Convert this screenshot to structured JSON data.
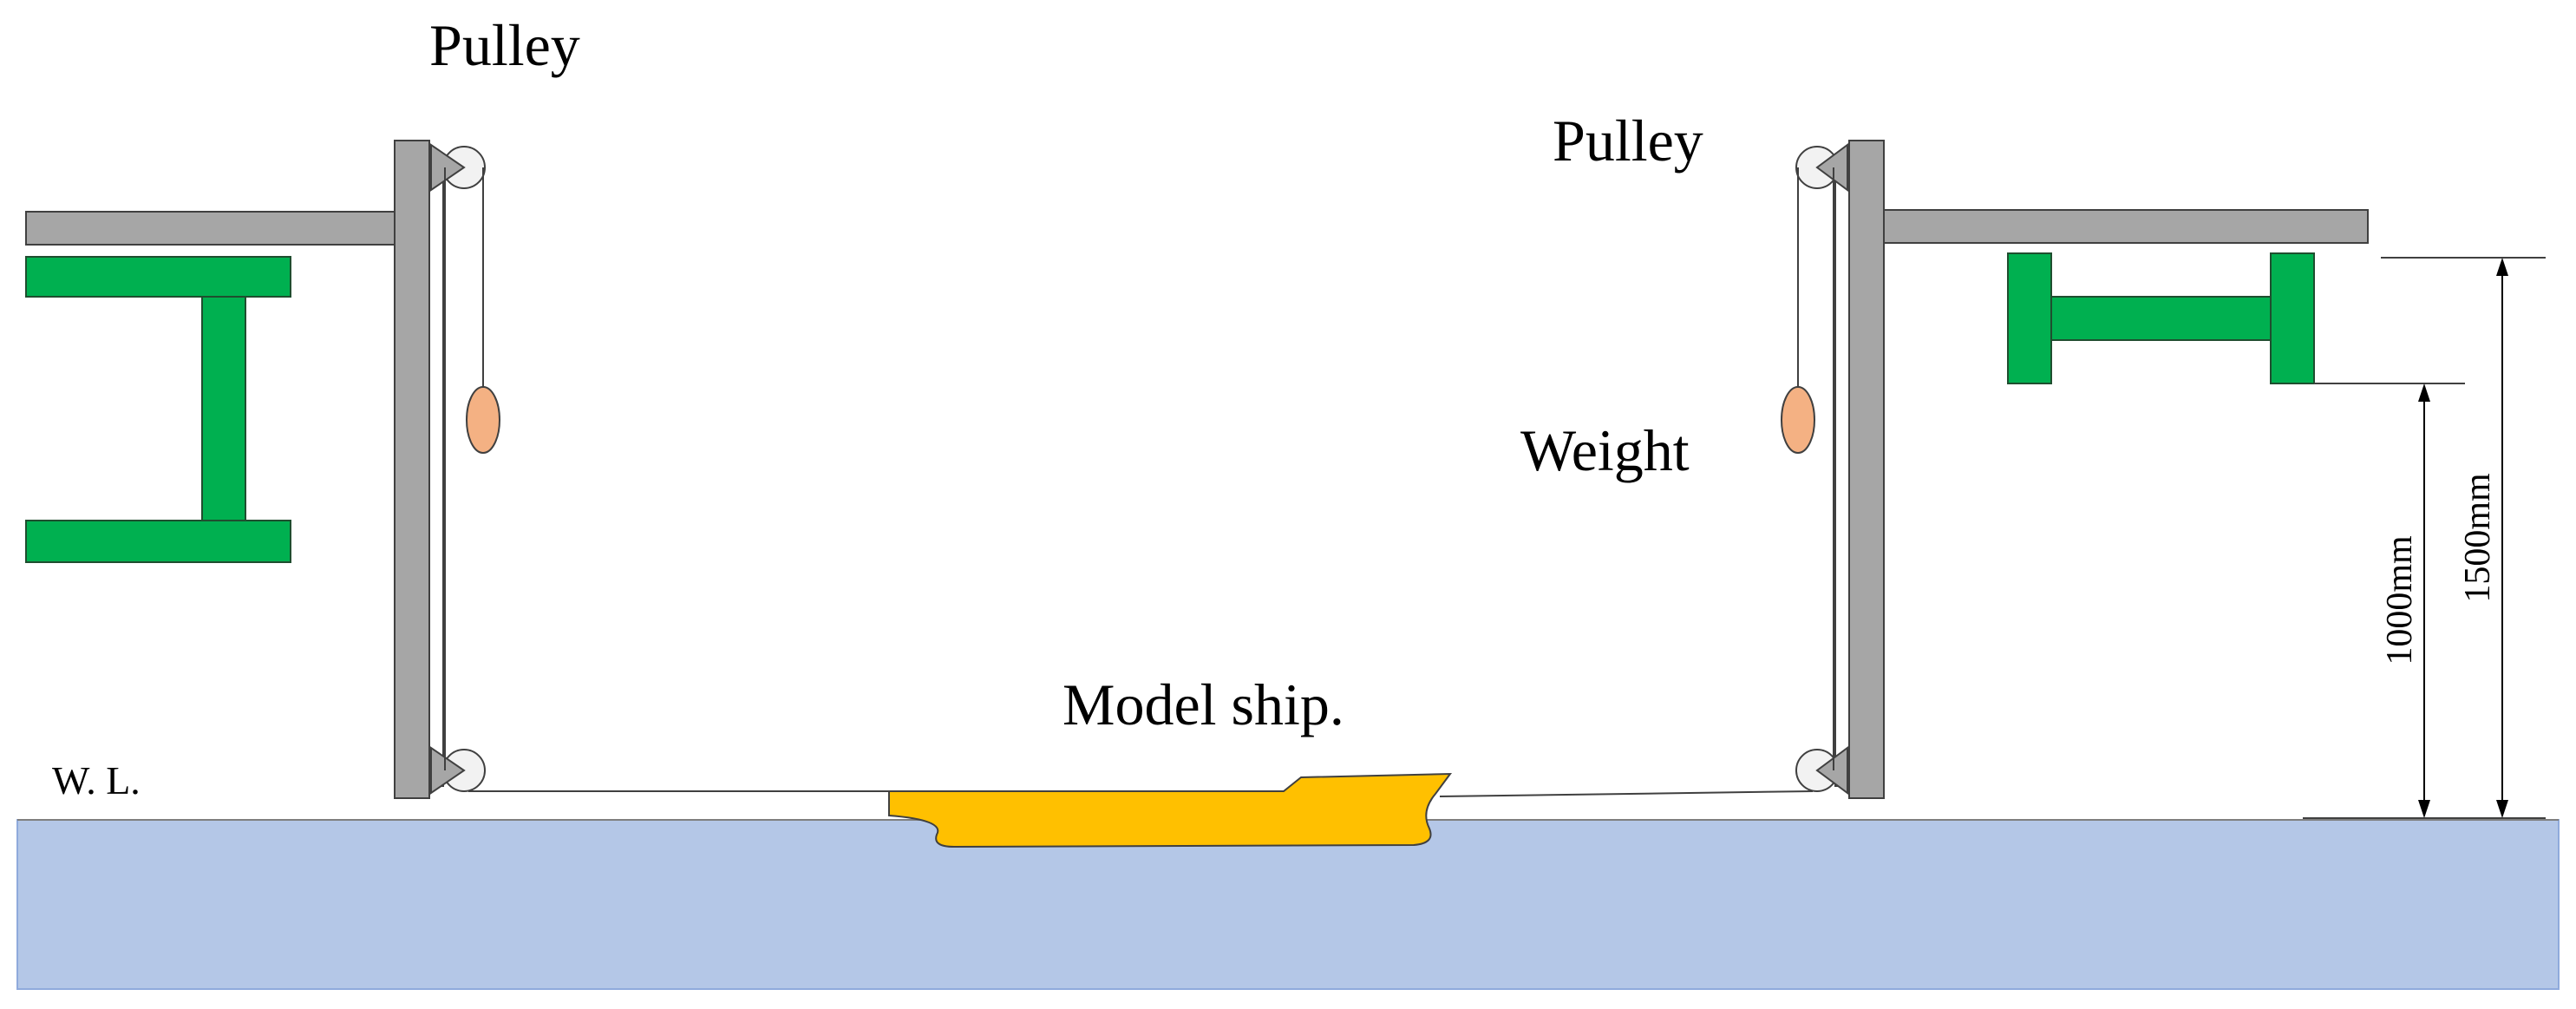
{
  "labels": {
    "pulley_left": "Pulley",
    "pulley_right": "Pulley",
    "weight": "Weight",
    "model_ship": "Model ship.",
    "water_line": "W. L.",
    "height_1000": "1000mm",
    "height_1500": "1500mm"
  },
  "colors": {
    "water": "#b4c7e7",
    "ship": "#ffc000",
    "beam": "#00b050",
    "frame": "#a6a6a6",
    "weight": "#f4b183",
    "pulley": "#f2f2f2"
  }
}
